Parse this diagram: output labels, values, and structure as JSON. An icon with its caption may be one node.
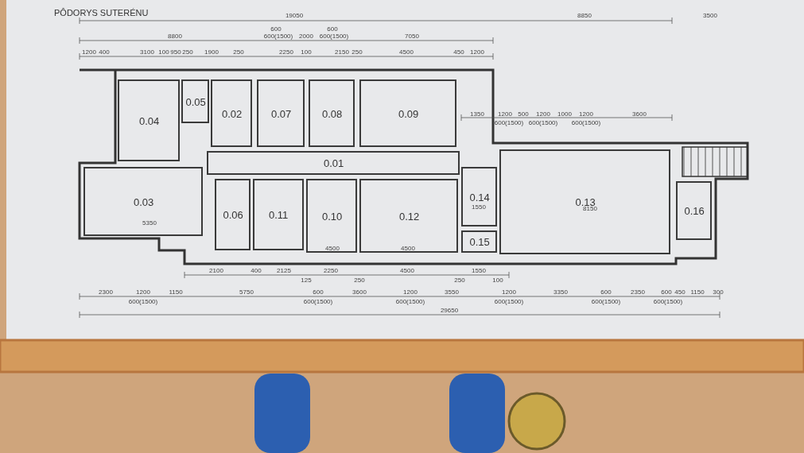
{
  "diagram": {
    "title": "PÔDORYS SUTERÉNU",
    "nodes": [
      {
        "text": [
          "0.01"
        ]
      },
      {
        "text": [
          "0.02"
        ]
      },
      {
        "text": [
          "0.03"
        ]
      },
      {
        "text": [
          "0.04"
        ]
      },
      {
        "text": [
          "0.05"
        ]
      },
      {
        "text": [
          "0.06"
        ]
      },
      {
        "text": [
          "0.07"
        ]
      },
      {
        "text": [
          "0.08"
        ]
      },
      {
        "text": [
          "0.09"
        ]
      },
      {
        "text": [
          "0.10"
        ]
      },
      {
        "text": [
          "0.11"
        ]
      },
      {
        "text": [
          "0.12"
        ]
      },
      {
        "text": [
          "0.13"
        ]
      },
      {
        "text": [
          "0.14"
        ]
      },
      {
        "text": [
          "0.15"
        ]
      },
      {
        "text": [
          "0.16"
        ]
      }
    ],
    "edges": [],
    "labels": [
      "19050",
      "8850",
      "3500",
      "8800",
      "600",
      "600(1500)",
      "2000",
      "600",
      "600(1500)",
      "7050",
      "1200",
      "400",
      "3100",
      "100",
      "950",
      "250",
      "1900",
      "250",
      "2250",
      "100",
      "2150",
      "250",
      "4500",
      "450",
      "1200",
      "1350",
      "1200",
      "600(1500)",
      "500",
      "1200",
      "600(1500)",
      "1000",
      "1200",
      "600(1500)",
      "3600",
      "5350",
      "4500",
      "4500",
      "8150",
      "1550",
      "2100",
      "400",
      "2125",
      "2250",
      "4500",
      "1550",
      "125",
      "250",
      "250",
      "100",
      "2300",
      "1200",
      "600(1500)",
      "1150",
      "5750",
      "600",
      "600(1500)",
      "3600",
      "1200",
      "600(1500)",
      "3550",
      "1200",
      "600(1500)",
      "3350",
      "600",
      "600(1500)",
      "2350",
      "600",
      "450",
      "1150",
      "300",
      "600(1500)",
      "29650"
    ]
  }
}
